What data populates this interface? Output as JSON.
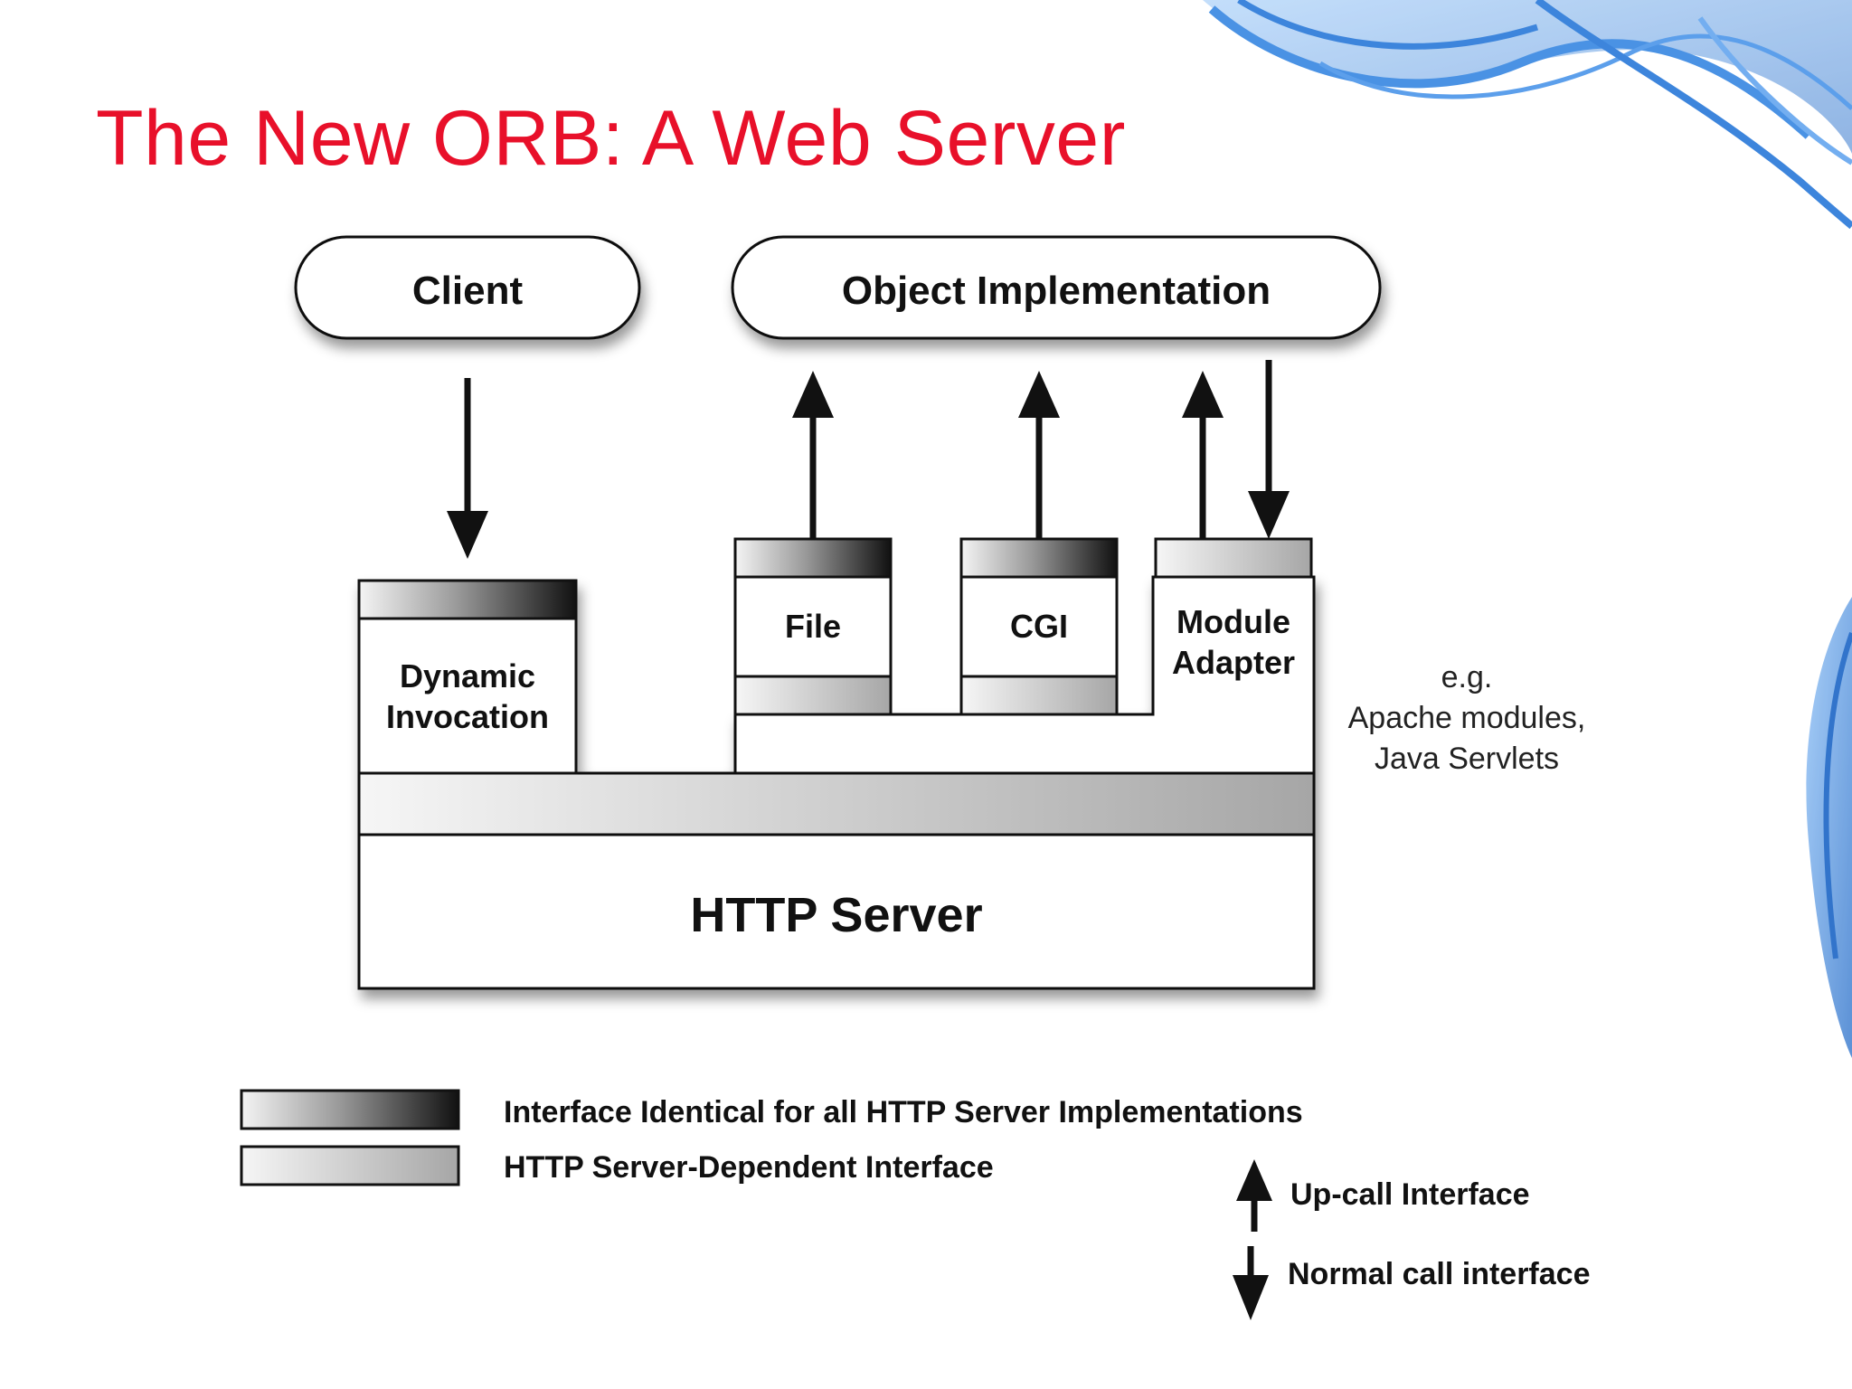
{
  "slide": {
    "title": "The New ORB:  A Web Server",
    "decoration": "blue-smoke-swirl"
  },
  "diagram": {
    "client": "Client",
    "object_implementation": "Object Implementation",
    "dynamic_invocation": [
      "Dynamic",
      "Invocation"
    ],
    "file": "File",
    "cgi": "CGI",
    "module_adapter": [
      "Module",
      "Adapter"
    ],
    "note": [
      "e.g.",
      "Apache modules,",
      "Java Servlets"
    ],
    "http_server": "HTTP Server"
  },
  "legend": {
    "identical_interface": "Interface Identical for all HTTP Server Implementations",
    "server_dependent_interface": "HTTP Server-Dependent Interface",
    "upcall": "Up-call Interface",
    "normal_call": "Normal call interface"
  },
  "colors": {
    "title": "#e8102a",
    "swirl": "#1a6fd6",
    "identical_gradient_end": "#111111",
    "dependent_gradient_end": "#a6a6a6"
  }
}
